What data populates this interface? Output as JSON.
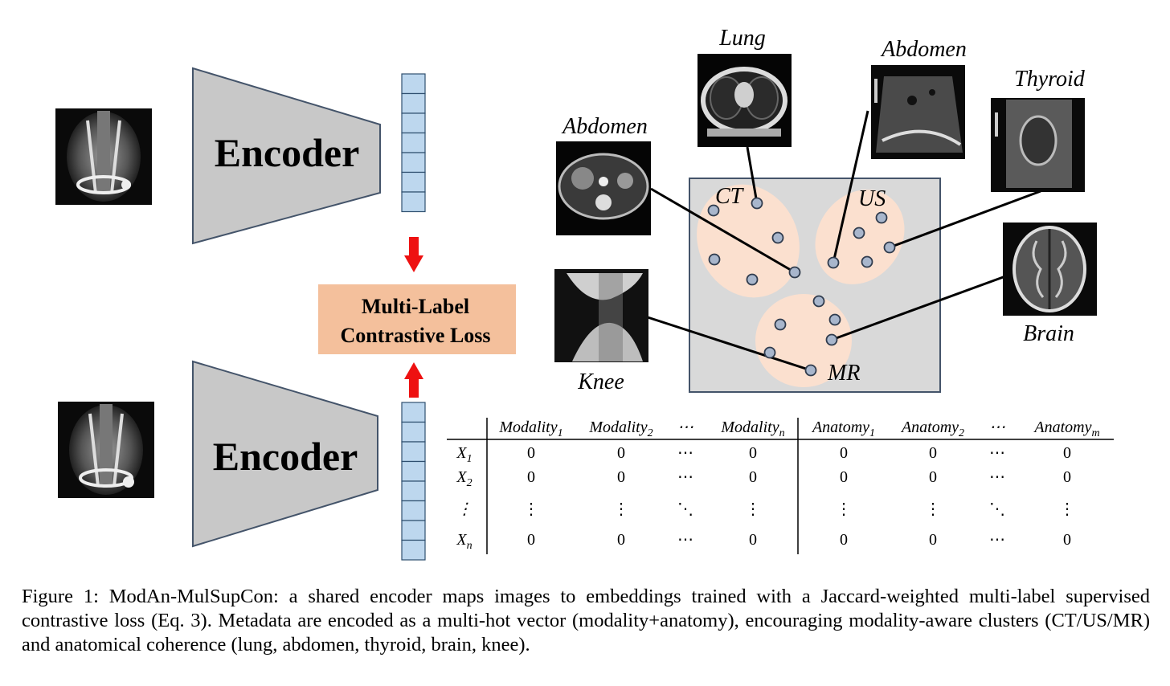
{
  "encoder_label": "Encoder",
  "loss_label_line1": "Multi-Label",
  "loss_label_line2": "Contrastive Loss",
  "cluster_labels": {
    "ct": "CT",
    "us": "US",
    "mr": "MR"
  },
  "image_labels": {
    "lung": "Lung",
    "abdomen_ct": "Abdomen",
    "abdomen_us": "Abdomen",
    "thyroid": "Thyroid",
    "knee": "Knee",
    "brain": "Brain"
  },
  "table": {
    "headers": [
      {
        "base": "Modality",
        "sub": "1"
      },
      {
        "base": "Modality",
        "sub": "2"
      },
      {
        "base": "⋯",
        "sub": ""
      },
      {
        "base": "Modality",
        "sub": "n"
      },
      {
        "base": "Anatomy",
        "sub": "1"
      },
      {
        "base": "Anatomy",
        "sub": "2"
      },
      {
        "base": "⋯",
        "sub": ""
      },
      {
        "base": "Anatomy",
        "sub": "m"
      }
    ],
    "rows": [
      {
        "label": "X",
        "sub": "1",
        "cells": [
          "0",
          "0",
          "⋯",
          "0",
          "0",
          "0",
          "⋯",
          "0"
        ]
      },
      {
        "label": "X",
        "sub": "2",
        "cells": [
          "0",
          "0",
          "⋯",
          "0",
          "0",
          "0",
          "⋯",
          "0"
        ]
      },
      {
        "label": "⋮",
        "sub": "",
        "cells": [
          "⋮",
          "⋮",
          "⋱",
          "⋮",
          "⋮",
          "⋮",
          "⋱",
          "⋮"
        ]
      },
      {
        "label": "X",
        "sub": "n",
        "cells": [
          "0",
          "0",
          "⋯",
          "0",
          "0",
          "0",
          "⋯",
          "0"
        ]
      }
    ]
  },
  "caption": "Figure 1:  ModAn-MulSupCon:  a shared encoder maps images to embeddings trained with a Jaccard-weighted multi-label supervised contrastive loss (Eq. 3).  Metadata are encoded as a multi-hot vector (modality+anatomy), encouraging modality-aware clusters (CT/US/MR) and anatomical coherence (lung, abdomen, thyroid, brain, knee).",
  "colors": {
    "encoder_fill": "#c8c8c8",
    "encoder_stroke": "#44546a",
    "vector_fill": "#bdd7ee",
    "vector_stroke": "#2f4f6f",
    "loss_box": "#f4c09c",
    "arrow": "#ee1111",
    "cluster_panel": "#d9d9d9",
    "cluster_blob": "#fbe0cf",
    "point_fill": "#a8b6cc"
  }
}
